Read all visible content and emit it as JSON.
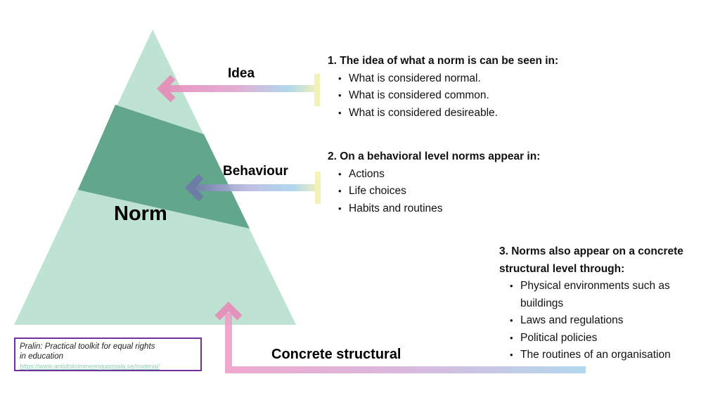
{
  "diagram": {
    "center_label": "Norm",
    "levels": [
      {
        "label": "Idea",
        "arrow_colors": [
          "#e88ab8",
          "#a9d4ec",
          "#f3f2b0"
        ]
      },
      {
        "label": "Behaviour",
        "arrow_colors": [
          "#6f7aa8",
          "#a9d4ec",
          "#f3f2b0"
        ]
      },
      {
        "label": "Concrete structural",
        "arrow_colors": [
          "#e88ab8",
          "#a9d4ec"
        ]
      }
    ],
    "colors": {
      "pyramid_light": "#bfe3d2",
      "pyramid_dark": "#5fa48a",
      "source_border": "#7030a0"
    }
  },
  "blocks": [
    {
      "heading": "1. The idea of what a norm is can be seen in:",
      "items": [
        "What is considered normal.",
        "What is considered common.",
        "What is considered desireable."
      ]
    },
    {
      "heading": "2. On a behavioral level norms appear in:",
      "items": [
        "Actions",
        "Life choices",
        "Habits and routines"
      ]
    },
    {
      "heading_lines": [
        "3. Norms also appear on a concrete",
        "structural level through:"
      ],
      "items": [
        "Physical environments such as",
        "buildings",
        "Laws and regulations",
        "Political policies",
        "The routines of an organisation"
      ]
    }
  ],
  "source": {
    "title_line1": "Pralin: Practical toolkit for equal rights",
    "title_line2": "in education",
    "url": "https://www.antidiskrimineringuppsala.se/material/"
  }
}
